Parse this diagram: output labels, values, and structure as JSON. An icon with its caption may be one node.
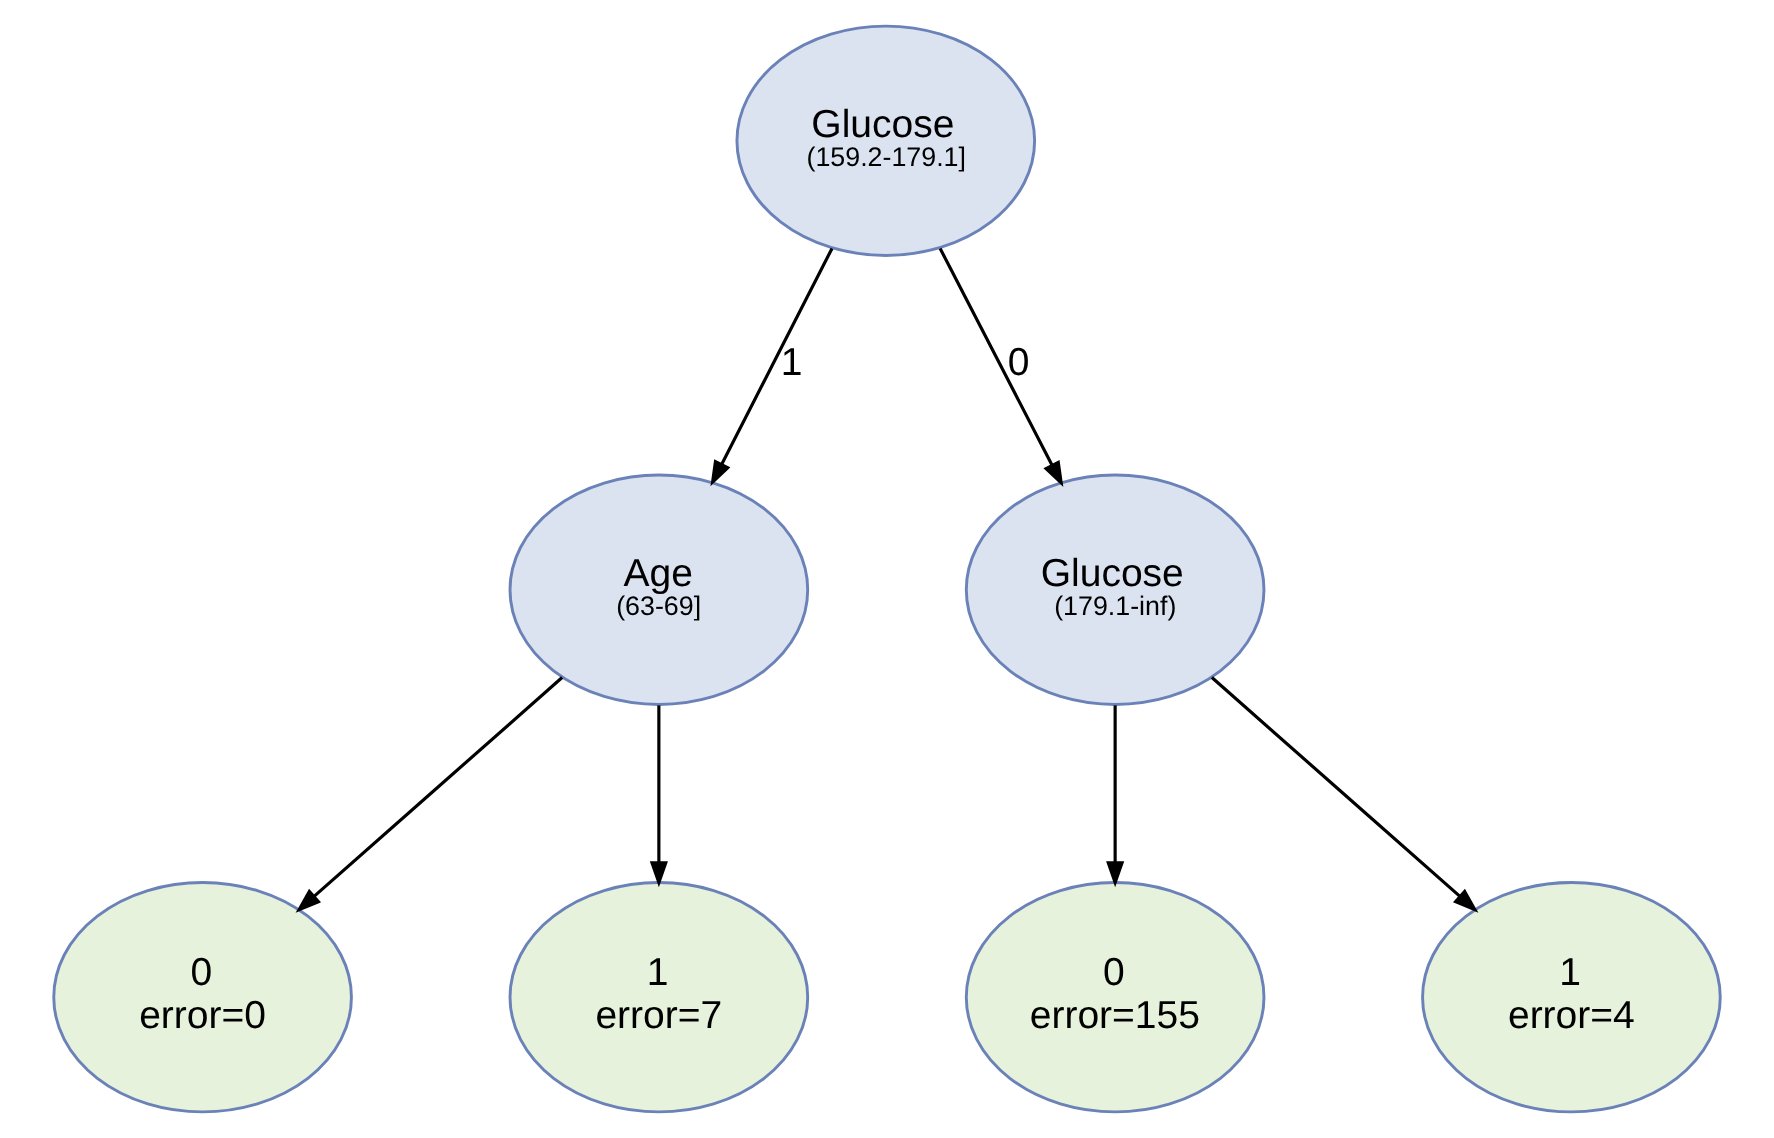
{
  "diagram": {
    "nodes": [
      {
        "text": [
          "Glucose",
          "(159.2-179.1]"
        ]
      },
      {
        "text": [
          "Age",
          "(63-69]"
        ]
      },
      {
        "text": [
          "Glucose",
          "(179.1-inf)"
        ]
      },
      {
        "text": [
          "0",
          "error=0"
        ]
      },
      {
        "text": [
          "1",
          "error=7"
        ]
      },
      {
        "text": [
          "0",
          "error=155"
        ]
      },
      {
        "text": [
          "1",
          "error=4"
        ]
      }
    ],
    "edges": [
      {
        "from": 0,
        "to": 1,
        "arrow": "to",
        "label": "1"
      },
      {
        "from": 0,
        "to": 2,
        "arrow": "to",
        "label": "0"
      },
      {
        "from": 1,
        "to": 3,
        "arrow": "to"
      },
      {
        "from": 1,
        "to": 4,
        "arrow": "to"
      },
      {
        "from": 2,
        "to": 5,
        "arrow": "to"
      },
      {
        "from": 2,
        "to": 6,
        "arrow": "to"
      }
    ]
  }
}
